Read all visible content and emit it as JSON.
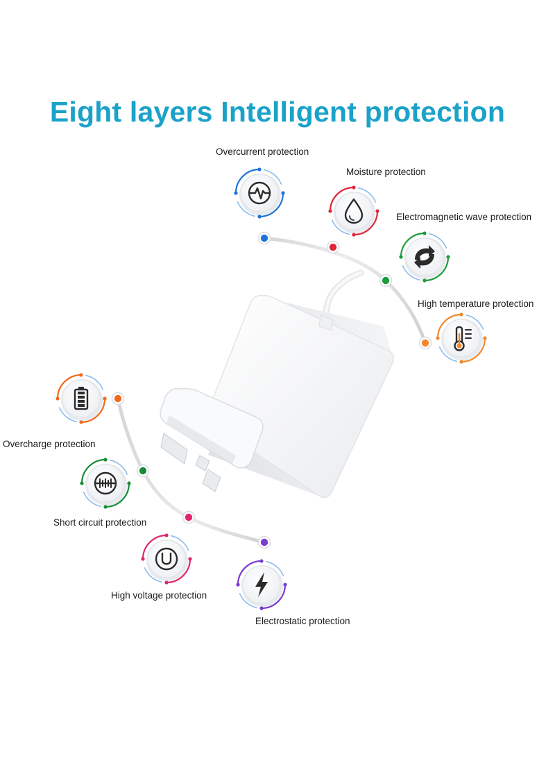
{
  "title": "Eight layers Intelligent protection",
  "colors": {
    "title": "#1aa2c9",
    "cable": "#dcdcdc",
    "charger_body": "#f7f7f7",
    "charger_shadow": "#c9cdd2"
  },
  "features": [
    {
      "label": "Overcurrent protection",
      "icon": "heartbeat-icon",
      "accent": "#1e73d8",
      "dot_color": "#1e73d8"
    },
    {
      "label": "Moisture protection",
      "icon": "water-drop-icon",
      "accent": "#e0263a",
      "dot_color": "#e0263a"
    },
    {
      "label": "Electromagnetic wave protection",
      "icon": "sync-arrows-icon",
      "accent": "#1d9c3a",
      "dot_color": "#1d9c3a"
    },
    {
      "label": "High temperature protection",
      "icon": "thermometer-icon",
      "accent": "#f1882a",
      "dot_color": "#f1882a"
    },
    {
      "label": "Overcharge protection",
      "icon": "battery-icon",
      "accent": "#f06a1f",
      "dot_color": "#f06a1f"
    },
    {
      "label": "Short circuit protection",
      "icon": "short-circuit-icon",
      "accent": "#1a8c39",
      "dot_color": "#1a8c39"
    },
    {
      "label": "High voltage protection",
      "icon": "voltage-u-icon",
      "accent": "#e0266b",
      "dot_color": "#e0266b"
    },
    {
      "label": "Electrostatic protection",
      "icon": "lightning-bolt-icon",
      "accent": "#7a3bd0",
      "dot_color": "#7a3bd0"
    }
  ]
}
